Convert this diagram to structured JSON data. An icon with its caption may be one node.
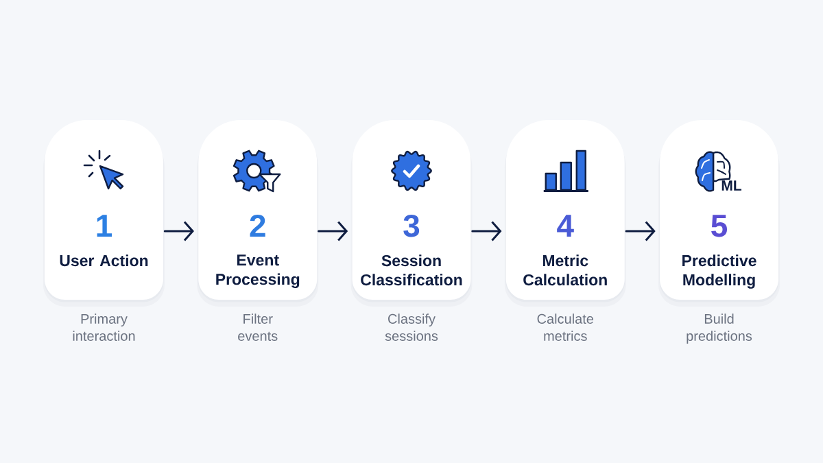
{
  "diagram": {
    "nodes": [
      {
        "text": [
          "1",
          "User Action"
        ],
        "beside": [
          "Primary interaction"
        ]
      },
      {
        "text": [
          "2",
          "Event Processing"
        ],
        "beside": [
          "Filter events"
        ]
      },
      {
        "text": [
          "3",
          "Session Classification"
        ],
        "beside": [
          "Classify sessions"
        ]
      },
      {
        "text": [
          "4",
          "Metric Calculation"
        ],
        "beside": [
          "Calculate metrics"
        ]
      },
      {
        "text": [
          "5",
          "Predictive Modelling"
        ],
        "beside": [
          "Build predictions"
        ]
      }
    ],
    "edges": [
      {
        "from": 0,
        "to": 1,
        "arrow": "to"
      },
      {
        "from": 1,
        "to": 2,
        "arrow": "to"
      },
      {
        "from": 2,
        "to": 3,
        "arrow": "to"
      },
      {
        "from": 3,
        "to": 4,
        "arrow": "to"
      }
    ],
    "labels": [
      "ML"
    ]
  }
}
